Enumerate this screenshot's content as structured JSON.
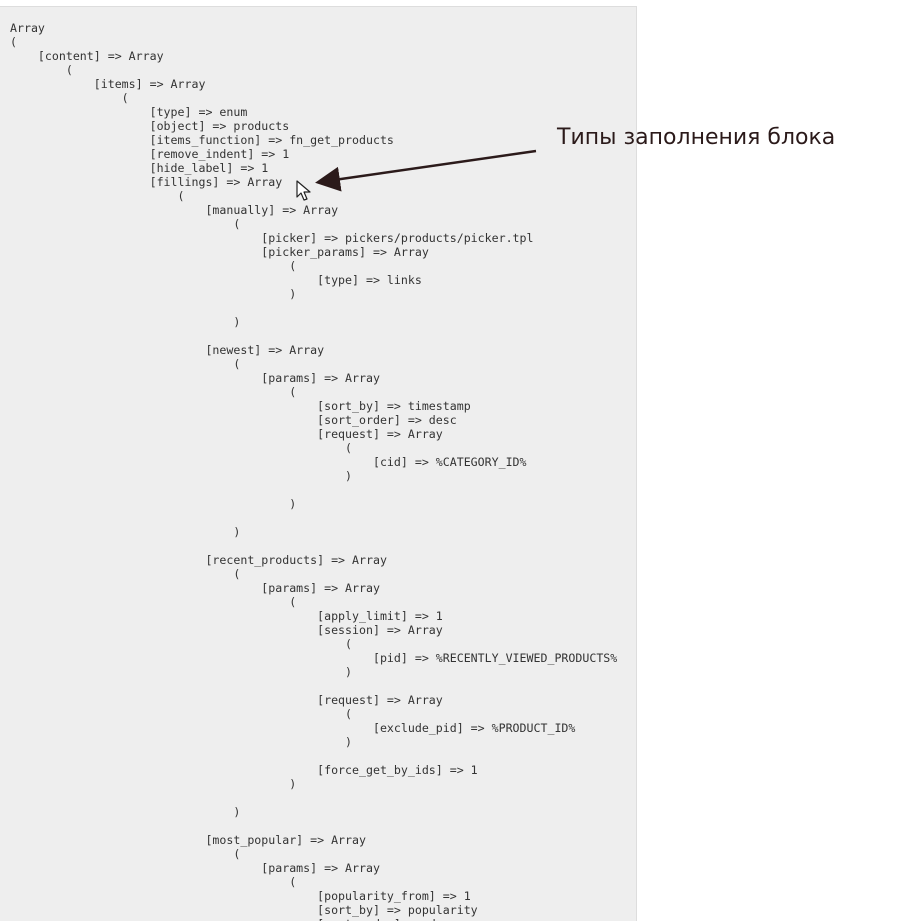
{
  "code": {
    "lines": [
      "Array",
      "(",
      "    [content] => Array",
      "        (",
      "            [items] => Array",
      "                (",
      "                    [type] => enum",
      "                    [object] => products",
      "                    [items_function] => fn_get_products",
      "                    [remove_indent] => 1",
      "                    [hide_label] => 1",
      "                    [fillings] => Array",
      "                        (",
      "                            [manually] => Array",
      "                                (",
      "                                    [picker] => pickers/products/picker.tpl",
      "                                    [picker_params] => Array",
      "                                        (",
      "                                            [type] => links",
      "                                        )",
      "",
      "                                )",
      "",
      "                            [newest] => Array",
      "                                (",
      "                                    [params] => Array",
      "                                        (",
      "                                            [sort_by] => timestamp",
      "                                            [sort_order] => desc",
      "                                            [request] => Array",
      "                                                (",
      "                                                    [cid] => %CATEGORY_ID%",
      "                                                )",
      "",
      "                                        )",
      "",
      "                                )",
      "",
      "                            [recent_products] => Array",
      "                                (",
      "                                    [params] => Array",
      "                                        (",
      "                                            [apply_limit] => 1",
      "                                            [session] => Array",
      "                                                (",
      "                                                    [pid] => %RECENTLY_VIEWED_PRODUCTS%",
      "                                                )",
      "",
      "                                            [request] => Array",
      "                                                (",
      "                                                    [exclude_pid] => %PRODUCT_ID%",
      "                                                )",
      "",
      "                                            [force_get_by_ids] => 1",
      "                                        )",
      "",
      "                                )",
      "",
      "                            [most_popular] => Array",
      "                                (",
      "                                    [params] => Array",
      "                                        (",
      "                                            [popularity_from] => 1",
      "                                            [sort_by] => popularity",
      "                                            [sort_order] => desc"
    ]
  },
  "annotation": {
    "text": "Типы заполнения блока",
    "color": "#2b1a1a",
    "arrow_color": "#2b1a1a"
  },
  "cursor": {
    "icon": "mouse-pointer-icon"
  },
  "colors": {
    "panel_background": "#eeeeee",
    "code_text": "#333333"
  }
}
